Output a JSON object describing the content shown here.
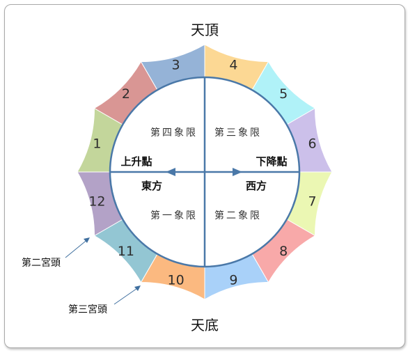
{
  "labels": {
    "top": "天頂",
    "bottom": "天底",
    "q1": "第一象限",
    "q2": "第二象限",
    "q3": "第三象限",
    "q4": "第四象限",
    "ascendant": "上升點",
    "descendant": "下降點",
    "east": "東方",
    "west": "西方",
    "cusp2": "第二宮頭",
    "cusp3": "第三宮頭"
  },
  "houses": [
    {
      "num": "1",
      "color": "#c3d69b"
    },
    {
      "num": "2",
      "color": "#d99694"
    },
    {
      "num": "3",
      "color": "#95b3d7"
    },
    {
      "num": "4",
      "color": "#fcd894"
    },
    {
      "num": "5",
      "color": "#b0f2f8"
    },
    {
      "num": "6",
      "color": "#ccc0ea"
    },
    {
      "num": "7",
      "color": "#ebf7b3"
    },
    {
      "num": "8",
      "color": "#f8a9a9"
    },
    {
      "num": "9",
      "color": "#a9d1f9"
    },
    {
      "num": "10",
      "color": "#fbb980"
    },
    {
      "num": "11",
      "color": "#93c6d3"
    },
    {
      "num": "12",
      "color": "#b3a2c7"
    }
  ],
  "colors": {
    "axis": "#4a78a8",
    "arrow": "#3f6f9f"
  }
}
